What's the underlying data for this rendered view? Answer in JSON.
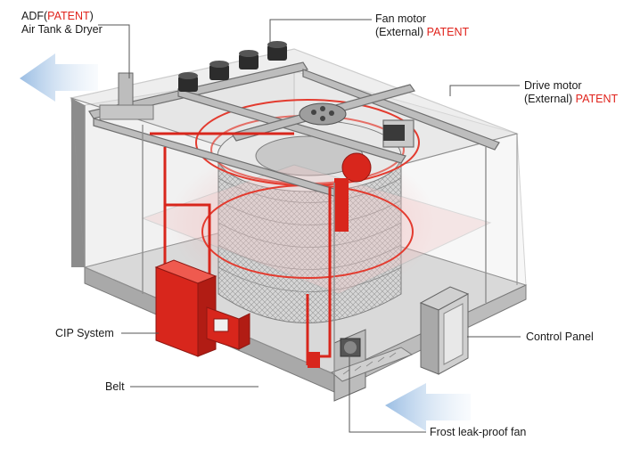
{
  "colors": {
    "patent": "#e0231c",
    "equipment_red": "#d8261c",
    "housing_gray": "#bfbfbf",
    "arrow_blue": "#9fc2e6",
    "text": "#1a1a1a"
  },
  "labels": {
    "adf": {
      "prefix": "ADF(",
      "patent": "PATENT",
      "suffix": ")",
      "line2": "Air Tank & Dryer"
    },
    "fan_motor": {
      "line1": "Fan motor",
      "line2_prefix": "(External) ",
      "patent": "PATENT"
    },
    "drive_motor": {
      "line1": "Drive motor",
      "line2_prefix": "(External) ",
      "patent": "PATENT"
    },
    "cip": "CIP System",
    "control_panel": "Control Panel",
    "belt": "Belt",
    "frost_fan": "Frost leak-proof fan"
  },
  "icons": [
    "airflow-out-arrow-icon",
    "airflow-in-arrow-icon"
  ]
}
